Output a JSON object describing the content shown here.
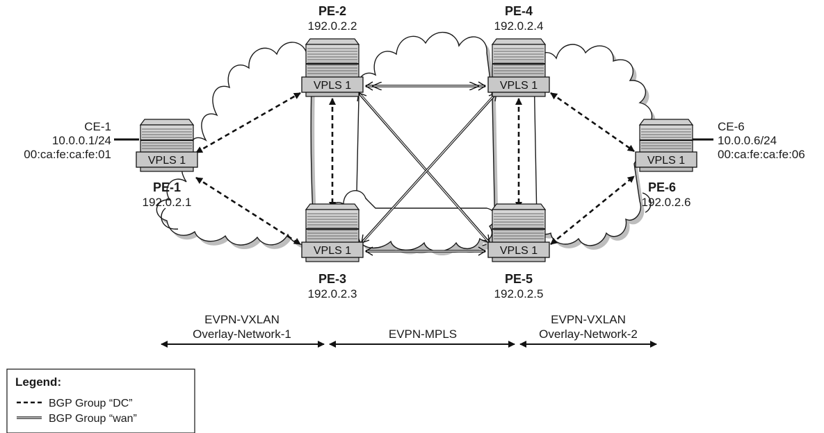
{
  "ce1": {
    "name": "CE-1",
    "ip": "10.0.0.1/24",
    "mac": "00:ca:fe:ca:fe:01"
  },
  "ce6": {
    "name": "CE-6",
    "ip": "10.0.0.6/24",
    "mac": "00:ca:fe:ca:fe:06"
  },
  "pe1": {
    "name": "PE-1",
    "ip": "192.0.2.1",
    "service": "VPLS 1"
  },
  "pe2": {
    "name": "PE-2",
    "ip": "192.0.2.2",
    "service": "VPLS 1"
  },
  "pe3": {
    "name": "PE-3",
    "ip": "192.0.2.3",
    "service": "VPLS 1"
  },
  "pe4": {
    "name": "PE-4",
    "ip": "192.0.2.4",
    "service": "VPLS 1"
  },
  "pe5": {
    "name": "PE-5",
    "ip": "192.0.2.5",
    "service": "VPLS 1"
  },
  "pe6": {
    "name": "PE-6",
    "ip": "192.0.2.6",
    "service": "VPLS 1"
  },
  "domains": {
    "left": {
      "line1": "EVPN-VXLAN",
      "line2": "Overlay-Network-1"
    },
    "middle": {
      "line1": "EVPN-MPLS"
    },
    "right": {
      "line1": "EVPN-VXLAN",
      "line2": "Overlay-Network-2"
    }
  },
  "legend": {
    "title": "Legend:",
    "dc": "BGP Group “DC”",
    "wan": "BGP Group “wan”"
  }
}
